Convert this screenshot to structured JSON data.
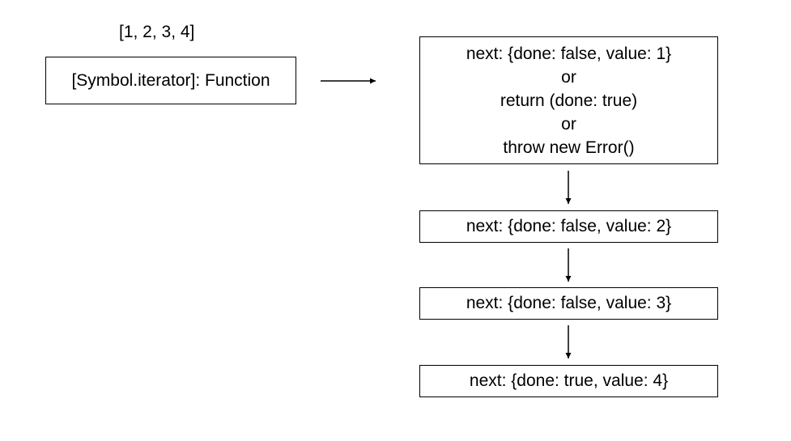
{
  "array_label": "[1, 2, 3, 4]",
  "iterator_box": {
    "text": "[Symbol.iterator]: Function"
  },
  "first_step": {
    "lines": [
      "next: {done: false, value: 1}",
      "or",
      "return  (done: true)",
      "or",
      "throw new Error()"
    ]
  },
  "steps": [
    "next: {done: false, value: 2}",
    "next: {done: false, value: 3}",
    "next: {done: true, value: 4}"
  ],
  "colors": {
    "stroke": "#000000",
    "background": "#ffffff"
  }
}
